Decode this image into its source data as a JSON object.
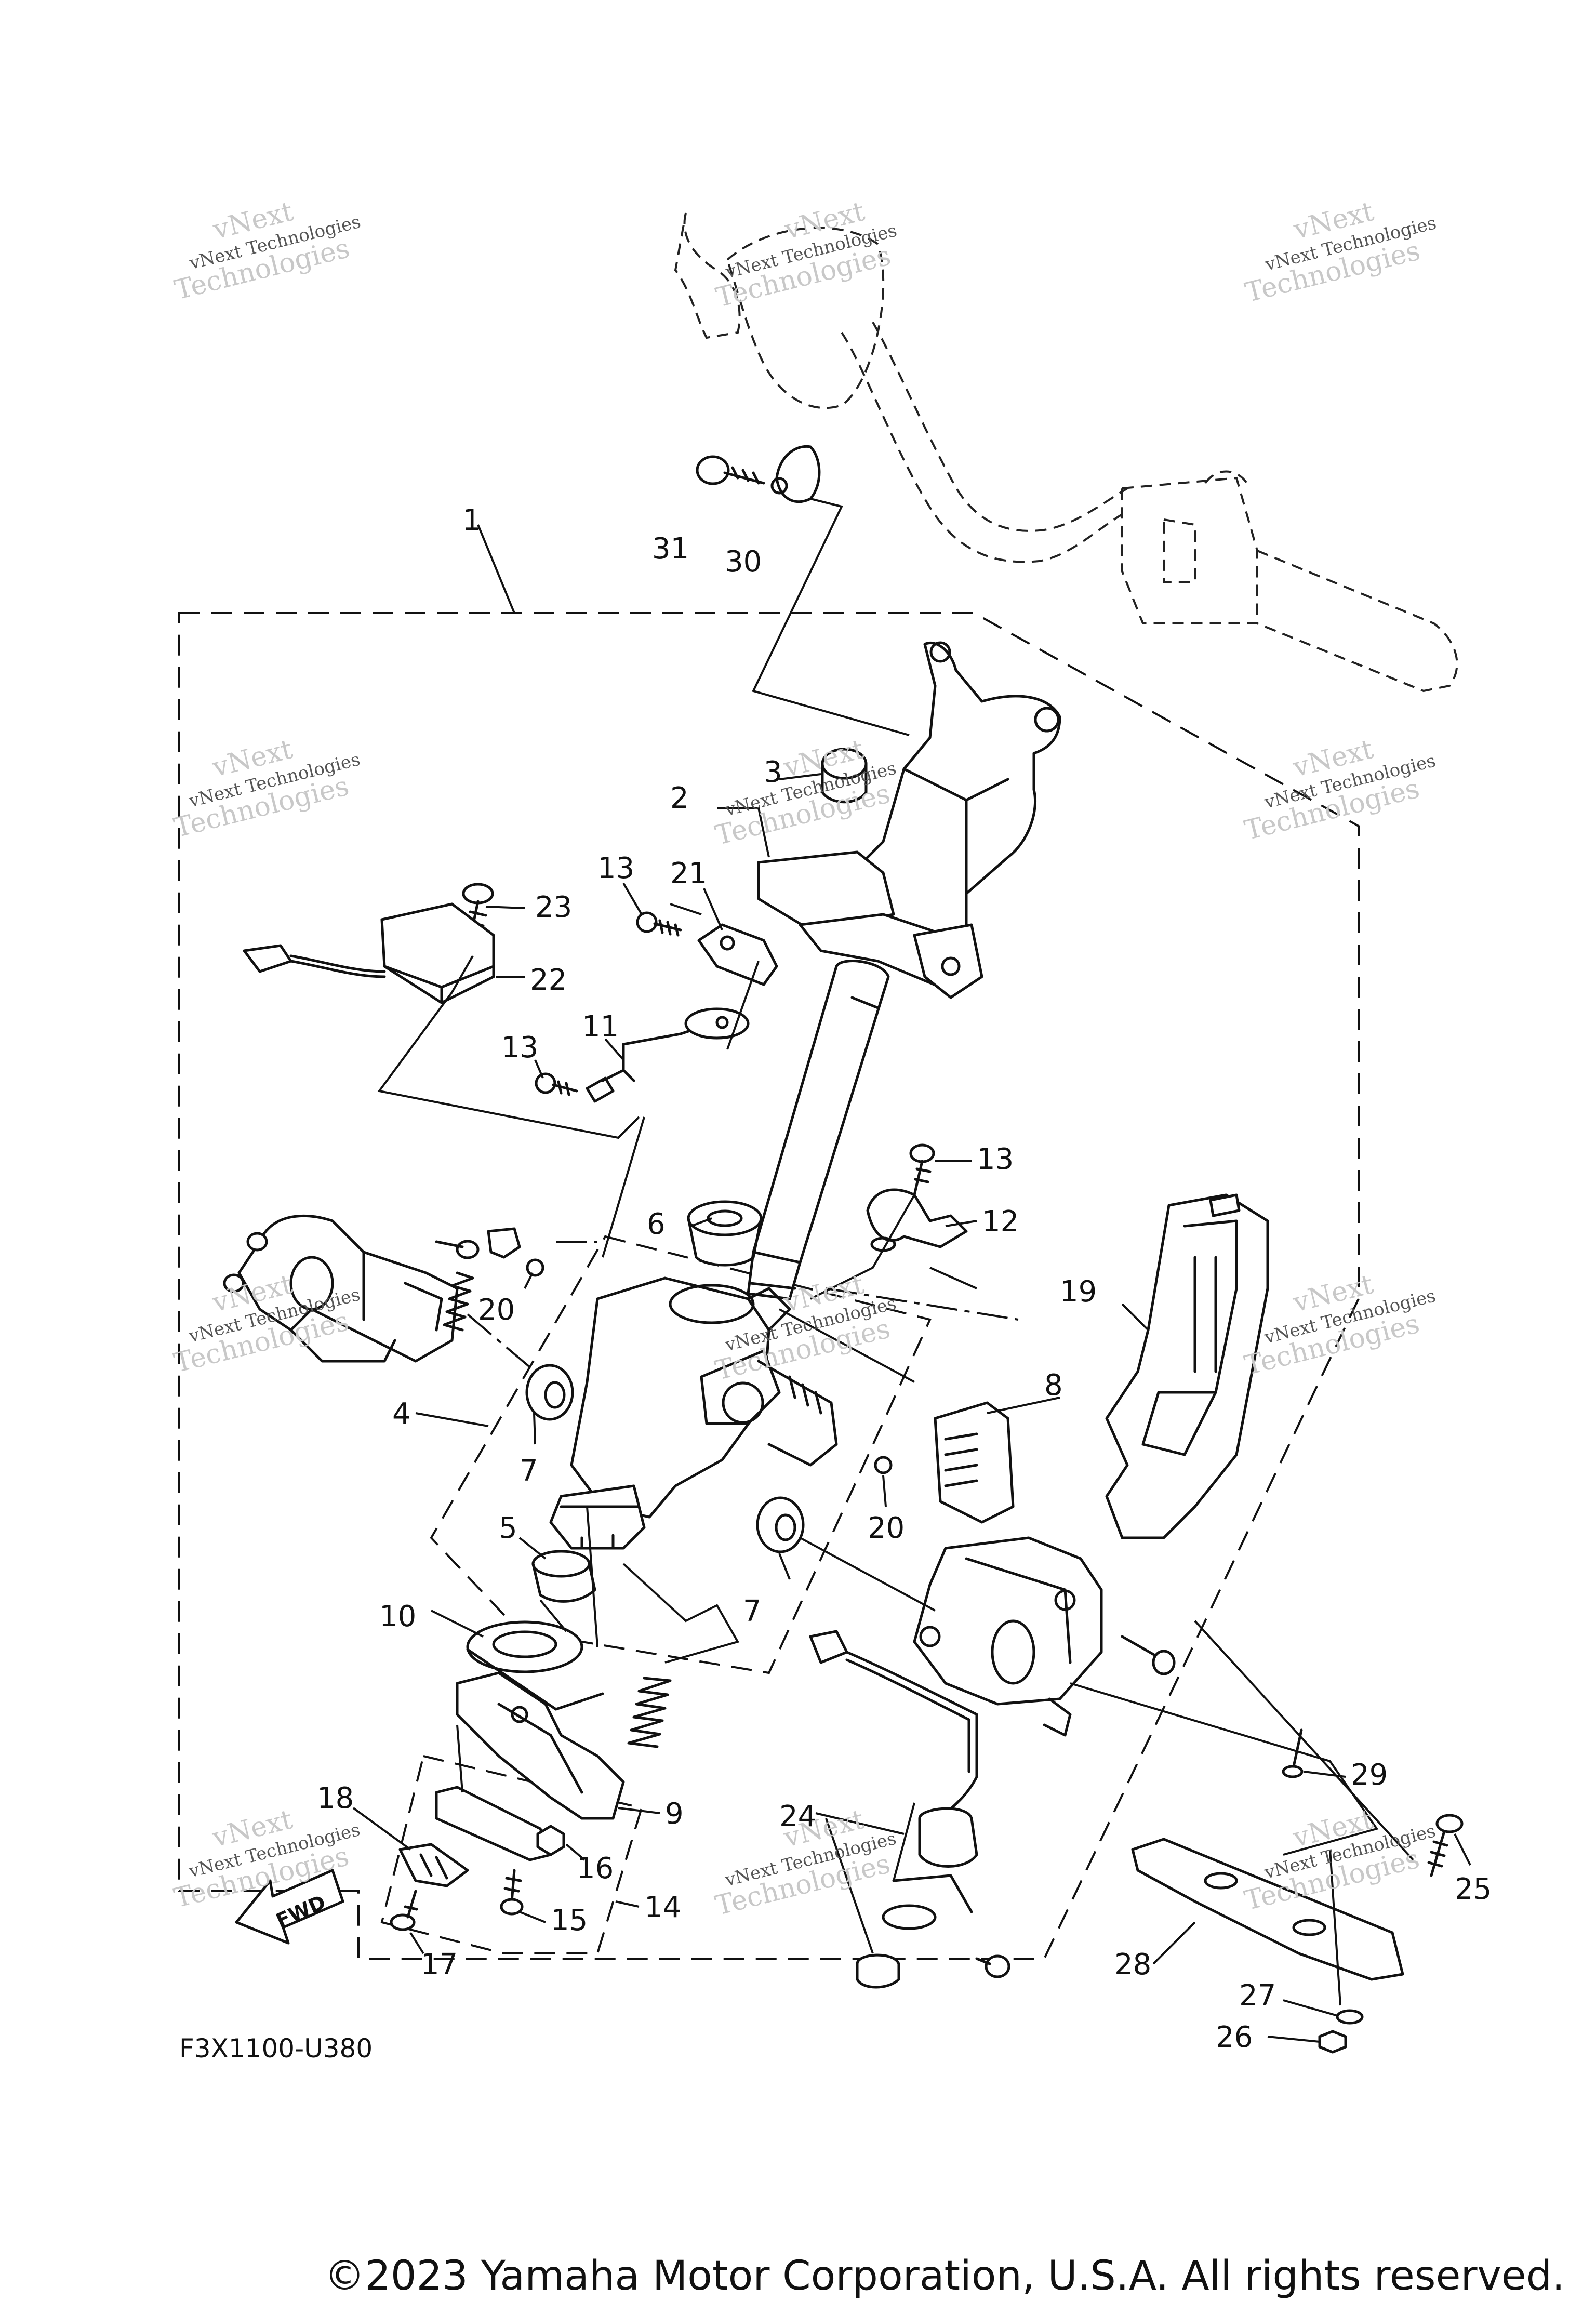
{
  "diagram_code": "F3X1100-U380",
  "copyright": "©2023 Yamaha Motor Corporation, U.S.A. All rights reserved.",
  "fwd_label": "FWD",
  "watermark": {
    "line1": "vNext Technologies",
    "line2": "Technologies",
    "line3": "vNext"
  },
  "callouts": [
    "1",
    "2",
    "3",
    "4",
    "5",
    "6",
    "7",
    "7",
    "8",
    "9",
    "10",
    "11",
    "12",
    "13",
    "13",
    "13",
    "14",
    "15",
    "16",
    "17",
    "18",
    "19",
    "20",
    "20",
    "21",
    "22",
    "23",
    "24",
    "25",
    "26",
    "27",
    "28",
    "29",
    "30",
    "31"
  ]
}
